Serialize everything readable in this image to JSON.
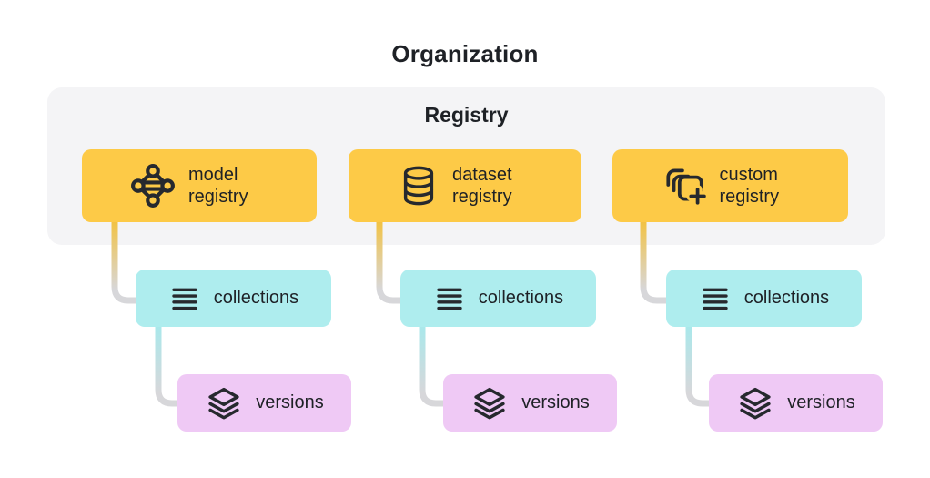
{
  "title": "Organization",
  "panel": {
    "label": "Registry"
  },
  "columns": [
    {
      "registry": {
        "label": "model registry",
        "icon": "model-icon"
      },
      "collections": {
        "label": "collections",
        "icon": "list-icon"
      },
      "versions": {
        "label": "versions",
        "icon": "layers-icon"
      }
    },
    {
      "registry": {
        "label": "dataset registry",
        "icon": "database-icon"
      },
      "collections": {
        "label": "collections",
        "icon": "list-icon"
      },
      "versions": {
        "label": "versions",
        "icon": "layers-icon"
      }
    },
    {
      "registry": {
        "label": "custom registry",
        "icon": "copy-plus-icon"
      },
      "collections": {
        "label": "collections",
        "icon": "list-icon"
      },
      "versions": {
        "label": "versions",
        "icon": "layers-icon"
      }
    }
  ],
  "colors": {
    "background": "#ffffff",
    "panel_bg": "#f4f4f6",
    "registry_box": "#fdca47",
    "collections_box": "#aeedee",
    "versions_box": "#efc9f5",
    "text": "#1e2126",
    "icon_stroke": "#26292e",
    "connector_gold_start": "#f2c243",
    "connector_teal_start": "#a9e8eb",
    "connector_gray_end": "#d7d7da"
  }
}
